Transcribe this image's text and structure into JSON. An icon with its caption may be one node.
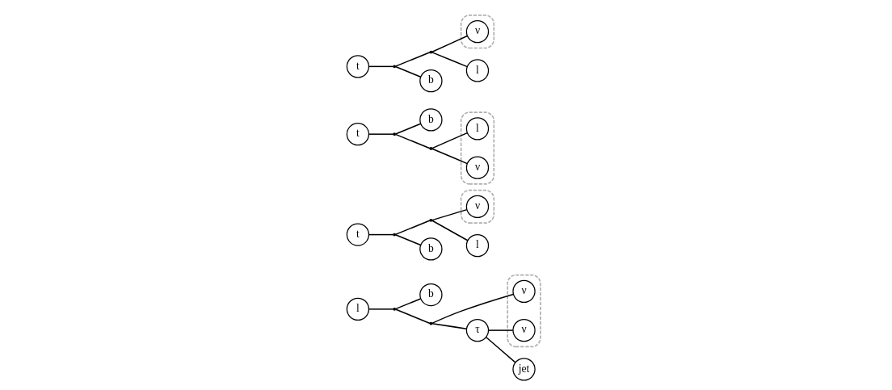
{
  "diagram": {
    "nodes": [
      {
        "text": [],
        "shape": "ellipse"
      },
      {
        "text": [
          "b"
        ]
      },
      {
        "text": [
          "ν"
        ],
        "in": 0
      },
      {
        "text": [
          "ν"
        ],
        "in": 0
      },
      {
        "text": [
          "l"
        ]
      },
      {
        "text": [],
        "shape": "point"
      },
      {
        "text": [],
        "shape": "point"
      },
      {
        "text": [
          "τ"
        ]
      },
      {
        "text": [
          "jet"
        ]
      },
      {
        "text": [
          "t"
        ]
      },
      {
        "text": [],
        "shape": "point"
      },
      {
        "text": [],
        "shape": "point"
      },
      {
        "text": [],
        "shape": "ellipse"
      },
      {
        "text": [
          "ν"
        ],
        "in": 12
      },
      {
        "text": [
          "b"
        ]
      },
      {
        "text": [
          "l"
        ]
      },
      {
        "text": [
          "b"
        ]
      },
      {
        "text": [],
        "shape": "ellipse"
      },
      {
        "text": [
          "l"
        ],
        "in": 17
      },
      {
        "text": [
          "t"
        ]
      },
      {
        "text": [],
        "shape": "point"
      },
      {
        "text": [],
        "shape": "point"
      },
      {
        "text": [
          "ν"
        ],
        "in": 17
      },
      {
        "text": [
          "t"
        ]
      },
      {
        "text": [],
        "shape": "point"
      },
      {
        "text": [],
        "shape": "point"
      },
      {
        "text": [],
        "shape": "ellipse"
      },
      {
        "text": [
          "ν"
        ],
        "in": 26
      },
      {
        "text": [
          "b"
        ]
      },
      {
        "text": [
          "l"
        ]
      }
    ],
    "edges": [
      {
        "from": 4,
        "to": 5,
        "arrow": "none"
      },
      {
        "from": 5,
        "to": 1,
        "arrow": "none"
      },
      {
        "from": 5,
        "to": 6,
        "arrow": "none"
      },
      {
        "from": 6,
        "to": 2,
        "arrow": "none"
      },
      {
        "from": 6,
        "to": 7,
        "arrow": "none"
      },
      {
        "from": 7,
        "to": 3,
        "arrow": "none"
      },
      {
        "from": 7,
        "to": 8,
        "arrow": "none"
      },
      {
        "from": 9,
        "to": 10,
        "arrow": "none"
      },
      {
        "from": 10,
        "to": 14,
        "arrow": "none"
      },
      {
        "from": 10,
        "to": 11,
        "arrow": "none"
      },
      {
        "from": 11,
        "to": 13,
        "arrow": "none"
      },
      {
        "from": 11,
        "to": 15,
        "arrow": "none"
      },
      {
        "from": 19,
        "to": 20,
        "arrow": "none"
      },
      {
        "from": 20,
        "to": 16,
        "arrow": "none"
      },
      {
        "from": 20,
        "to": 21,
        "arrow": "none"
      },
      {
        "from": 21,
        "to": 18,
        "arrow": "none"
      },
      {
        "from": 21,
        "to": 22,
        "arrow": "none"
      },
      {
        "from": 23,
        "to": 24,
        "arrow": "none"
      },
      {
        "from": 24,
        "to": 28,
        "arrow": "none"
      },
      {
        "from": 24,
        "to": 25,
        "arrow": "none"
      },
      {
        "from": 25,
        "to": 27,
        "arrow": "none"
      },
      {
        "from": 25,
        "to": 29,
        "arrow": "none"
      }
    ]
  }
}
